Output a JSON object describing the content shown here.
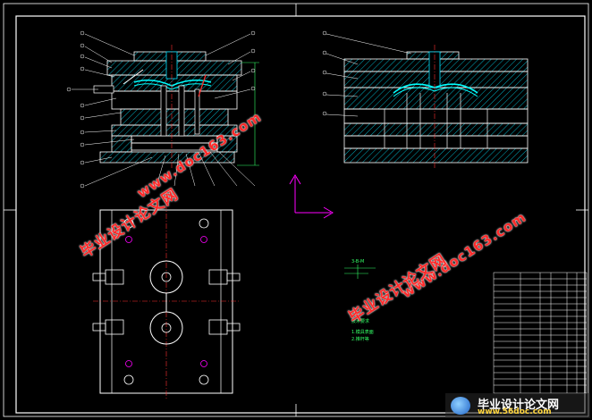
{
  "watermarks": {
    "cn": "毕业设计论文网",
    "url": "www.doc163.com"
  },
  "logo": {
    "cn": "毕业设计论文网",
    "url": "www.56doc.com"
  },
  "notes": {
    "title": "技术要求",
    "line1": "1.模具表面",
    "line2": "2.推杆等",
    "small": "3-B-M"
  },
  "colors": {
    "background": "#000000",
    "outline": "#ffffff",
    "section": "#00e0ff",
    "hatch": "#00e0ff",
    "center_line": "#ff3030",
    "dimension": "#33ff66",
    "leader": "#ffffff",
    "axis_magenta": "#ff00ff",
    "watermark": "#ff2a2a"
  }
}
